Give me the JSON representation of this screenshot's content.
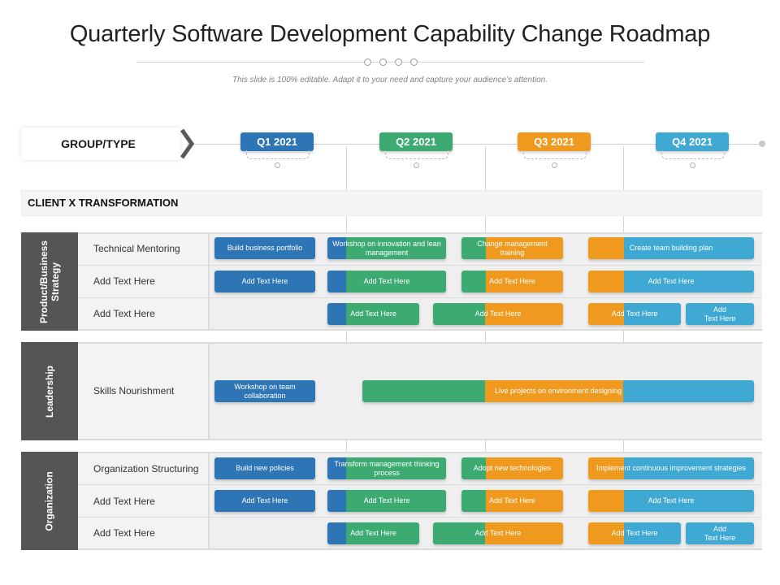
{
  "title": "Quarterly Software Development Capability Change Roadmap",
  "subtitle": "This slide is 100% editable. Adapt it to your need and capture your audience’s attention.",
  "group_label": "GROUP/TYPE",
  "client_label": "CLIENT X TRANSFORMATION",
  "colors": {
    "blue_dark": "#2e75b6",
    "green": "#3daa72",
    "orange": "#ef9a1f",
    "blue_light": "#3fa9d4",
    "side": "#555555"
  },
  "quarters": [
    {
      "label": "Q1 2021",
      "color": "#2e75b6"
    },
    {
      "label": "Q2 2021",
      "color": "#3daa72"
    },
    {
      "label": "Q3 2021",
      "color": "#ef9a1f"
    },
    {
      "label": "Q4 2021",
      "color": "#3fa9d4"
    }
  ],
  "sections": [
    {
      "label": "Product/Business Strategy",
      "label_line1": "Product/Business",
      "label_line2": "Strategy",
      "rows": [
        {
          "label": "Technical Mentoring"
        },
        {
          "label": "Add Text Here"
        },
        {
          "label": "Add Text Here"
        }
      ]
    },
    {
      "label": "Leadership",
      "rows": [
        {
          "label": "Skills Nourishment"
        }
      ]
    },
    {
      "label": "Organization",
      "rows": [
        {
          "label": "Organization Structuring"
        },
        {
          "label": "Add Text Here"
        },
        {
          "label": "Add Text Here"
        }
      ]
    }
  ],
  "tasks": {
    "s1r1": [
      "Build business portfolio",
      "Workshop on innovation and lean  management",
      "Change management training",
      "Create team building plan"
    ],
    "s1r2": [
      "Add Text Here",
      "Add Text Here",
      "Add Text Here",
      "Add Text Here"
    ],
    "s1r3": [
      "Add Text Here",
      "Add Text Here",
      "Add Text Here",
      "Add Text Here"
    ],
    "s2r1": [
      "Workshop on team collaboration",
      "Live projects on environment designing"
    ],
    "s3r1": [
      "Build new policies",
      "Transform management thinking process",
      "Adopt new technologies",
      "Implement continuous improvement strategies"
    ],
    "s3r2": [
      "Add Text Here",
      "Add Text Here",
      "Add Text Here",
      "Add Text Here"
    ],
    "s3r3": [
      "Add Text Here",
      "Add Text Here",
      "Add Text Here",
      "Add Text Here"
    ]
  },
  "small_task_label": "Add Text Here",
  "small_task_line1": "Add",
  "small_task_line2": "Text Here"
}
